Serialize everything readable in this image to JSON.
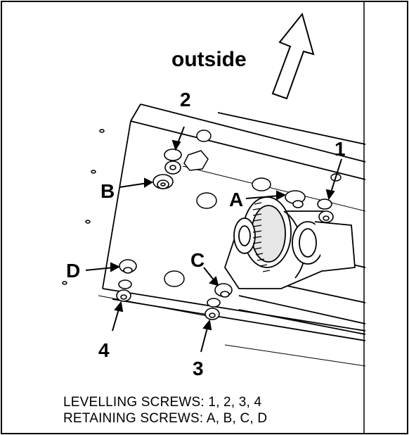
{
  "diagram": {
    "direction_label": "outside",
    "callouts": {
      "levelling": [
        "1",
        "2",
        "3",
        "4"
      ],
      "retaining": [
        "A",
        "B",
        "C",
        "D"
      ]
    },
    "legend": {
      "line1": "LEVELLING SCREWS: 1, 2, 3, 4",
      "line2": "RETAINING SCREWS: A, B, C, D"
    }
  }
}
